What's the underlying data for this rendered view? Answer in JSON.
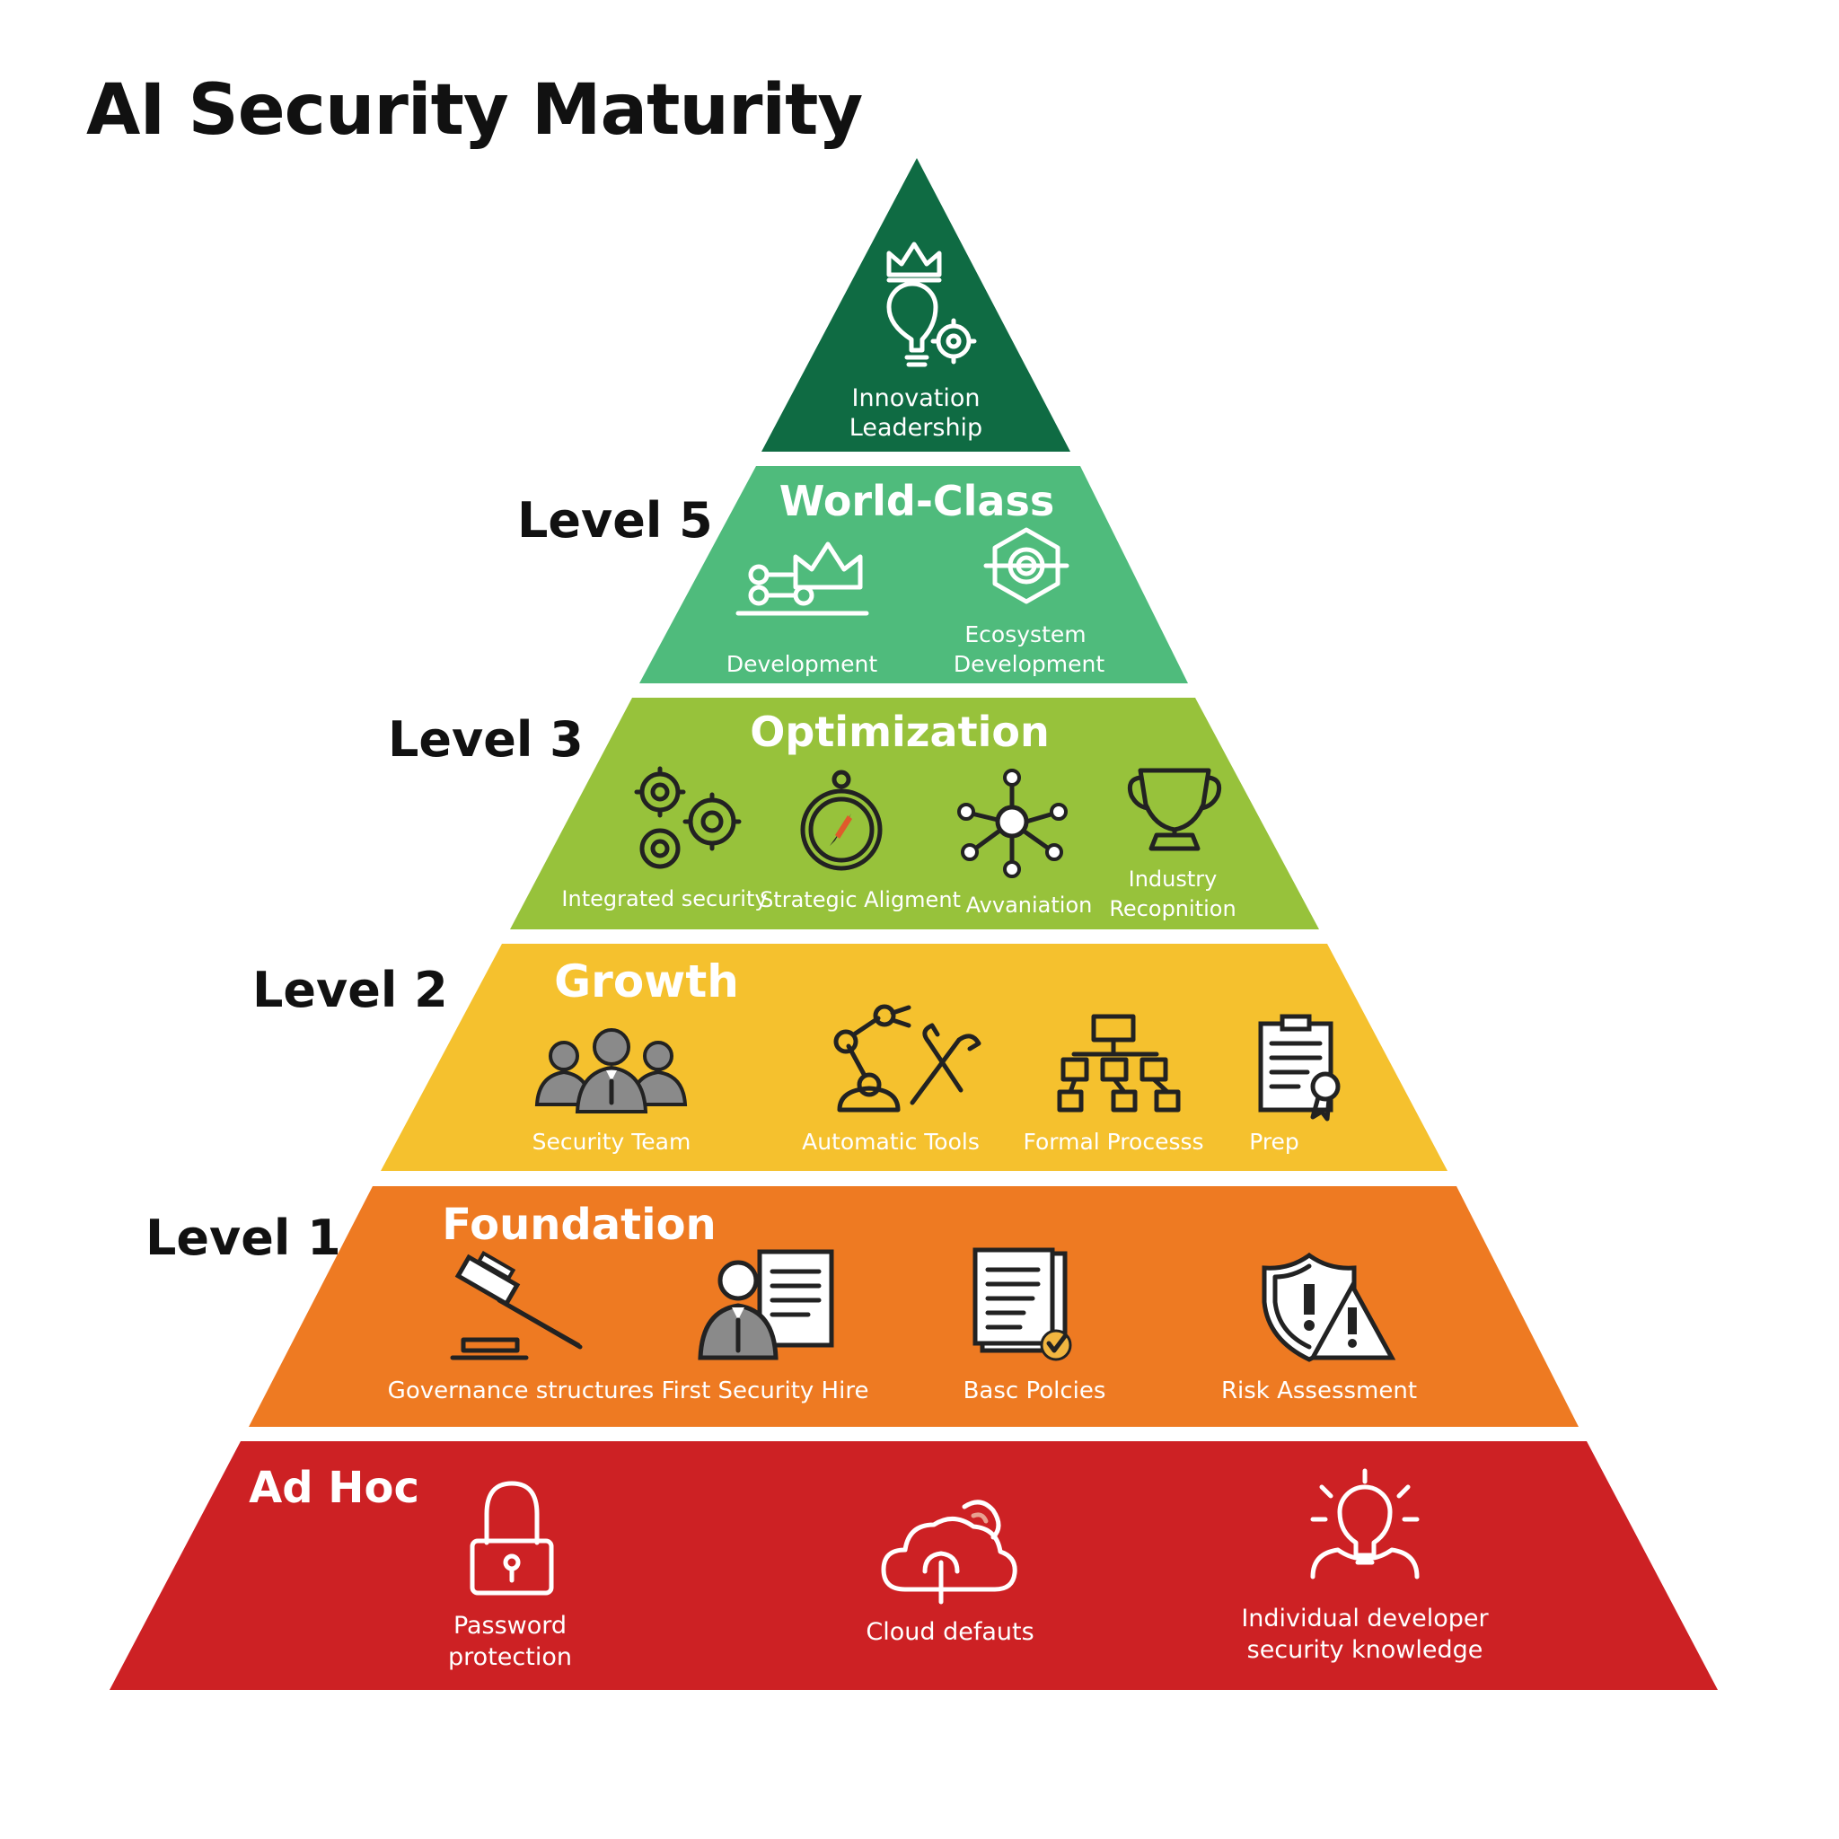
{
  "title": "AI Security Maturity",
  "level_labels": [
    "Level 5",
    "Level 3",
    "Level 2",
    "Level 1"
  ],
  "colors": {
    "apex": "#0f6b43",
    "world_class": "#4fbb7c",
    "optimization": "#97c23b",
    "growth": "#f5c12e",
    "foundation": "#ee7a22",
    "ad_hoc": "#cd2124"
  },
  "tiers": {
    "apex": {
      "items": [
        {
          "label_lines": [
            "Innovation",
            "Leadership"
          ],
          "icons": [
            "crown-icon",
            "lightbulb-gear-icon"
          ]
        }
      ]
    },
    "world_class": {
      "title": "World-Class",
      "items": [
        {
          "label_lines": [
            "Development"
          ],
          "icon": "network-crown-icon"
        },
        {
          "label_lines": [
            "Ecosystem",
            "Development"
          ],
          "icon": "ecosystem-icon"
        }
      ]
    },
    "optimization": {
      "title": "Optimization",
      "items": [
        {
          "label_lines": [
            "Integrated security"
          ],
          "icon": "gears-icon"
        },
        {
          "label_lines": [
            "Strategic Aligment"
          ],
          "icon": "compass-icon"
        },
        {
          "label_lines": [
            "Avvaniation"
          ],
          "icon": "hub-network-icon"
        },
        {
          "label_lines": [
            "Industry",
            "Recopnition"
          ],
          "icon": "trophy-icon"
        }
      ]
    },
    "growth": {
      "title": "Growth",
      "items": [
        {
          "label_lines": [
            "Security Team"
          ],
          "icon": "team-icon"
        },
        {
          "label_lines": [
            "Automatic Tools"
          ],
          "icon": "robot-arm-tools-icon"
        },
        {
          "label_lines": [
            "Formal Processs"
          ],
          "icon": "org-chart-icon"
        },
        {
          "label_lines": [
            "Prep"
          ],
          "icon": "clipboard-certificate-icon"
        }
      ]
    },
    "foundation": {
      "title": "Foundation",
      "items": [
        {
          "label_lines": [
            "Governance structures"
          ],
          "icon": "gavel-icon"
        },
        {
          "label_lines": [
            "First Security Hire"
          ],
          "icon": "hire-document-icon"
        },
        {
          "label_lines": [
            "Basc Polcies"
          ],
          "icon": "policy-document-icon"
        },
        {
          "label_lines": [
            "Risk Assessment"
          ],
          "icon": "shield-warning-icon"
        }
      ]
    },
    "ad_hoc": {
      "title": "Ad Hoc",
      "items": [
        {
          "label_lines": [
            "Password",
            "protection"
          ],
          "icon": "padlock-icon"
        },
        {
          "label_lines": [
            "Cloud defauts"
          ],
          "icon": "cloud-icon"
        },
        {
          "label_lines": [
            "Individual developer",
            "security knowledge"
          ],
          "icon": "idea-person-icon"
        }
      ]
    }
  }
}
